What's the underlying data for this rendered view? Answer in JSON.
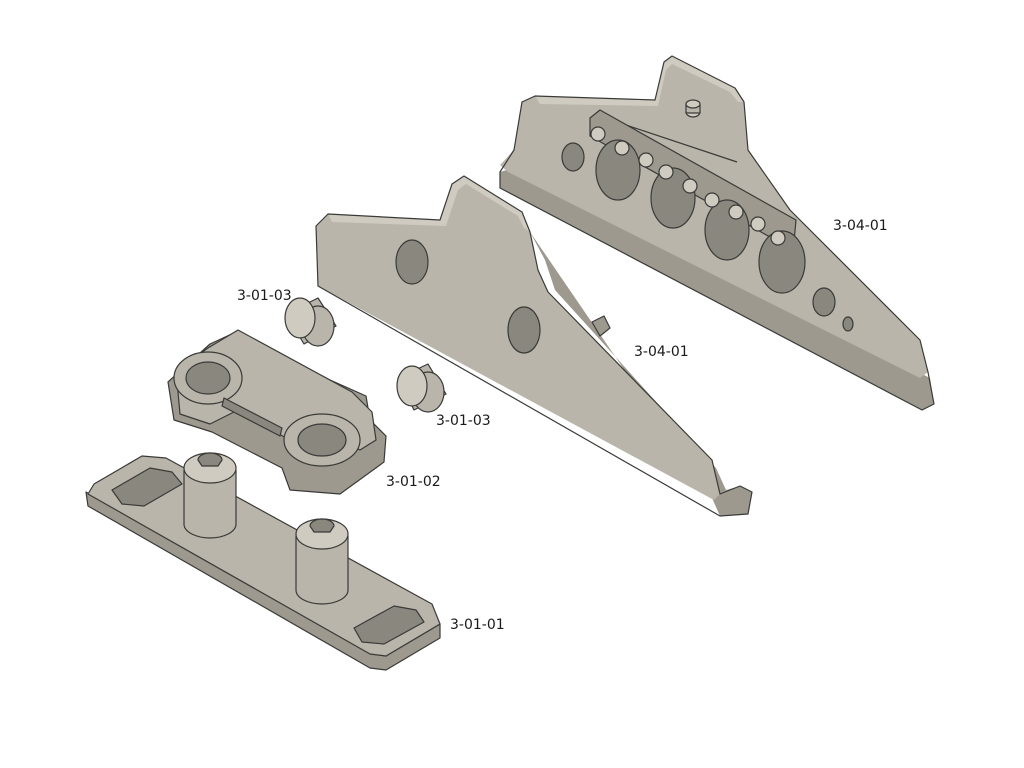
{
  "colors": {
    "background": "#ffffff",
    "face": "#b9b5aa",
    "face_light": "#cfcbc1",
    "face_dark": "#9d998f",
    "hole": "#8a877f",
    "edge": "#3a3a38",
    "text": "#1a1a1a"
  },
  "parts": [
    {
      "id": "bracket-rear",
      "label": "3-04-01"
    },
    {
      "id": "bracket-front",
      "label": "3-04-01"
    },
    {
      "id": "pin-upper",
      "label": "3-01-03"
    },
    {
      "id": "pin-lower",
      "label": "3-01-03"
    },
    {
      "id": "hinge-block",
      "label": "3-01-02"
    },
    {
      "id": "base-plate",
      "label": "3-01-01"
    }
  ]
}
